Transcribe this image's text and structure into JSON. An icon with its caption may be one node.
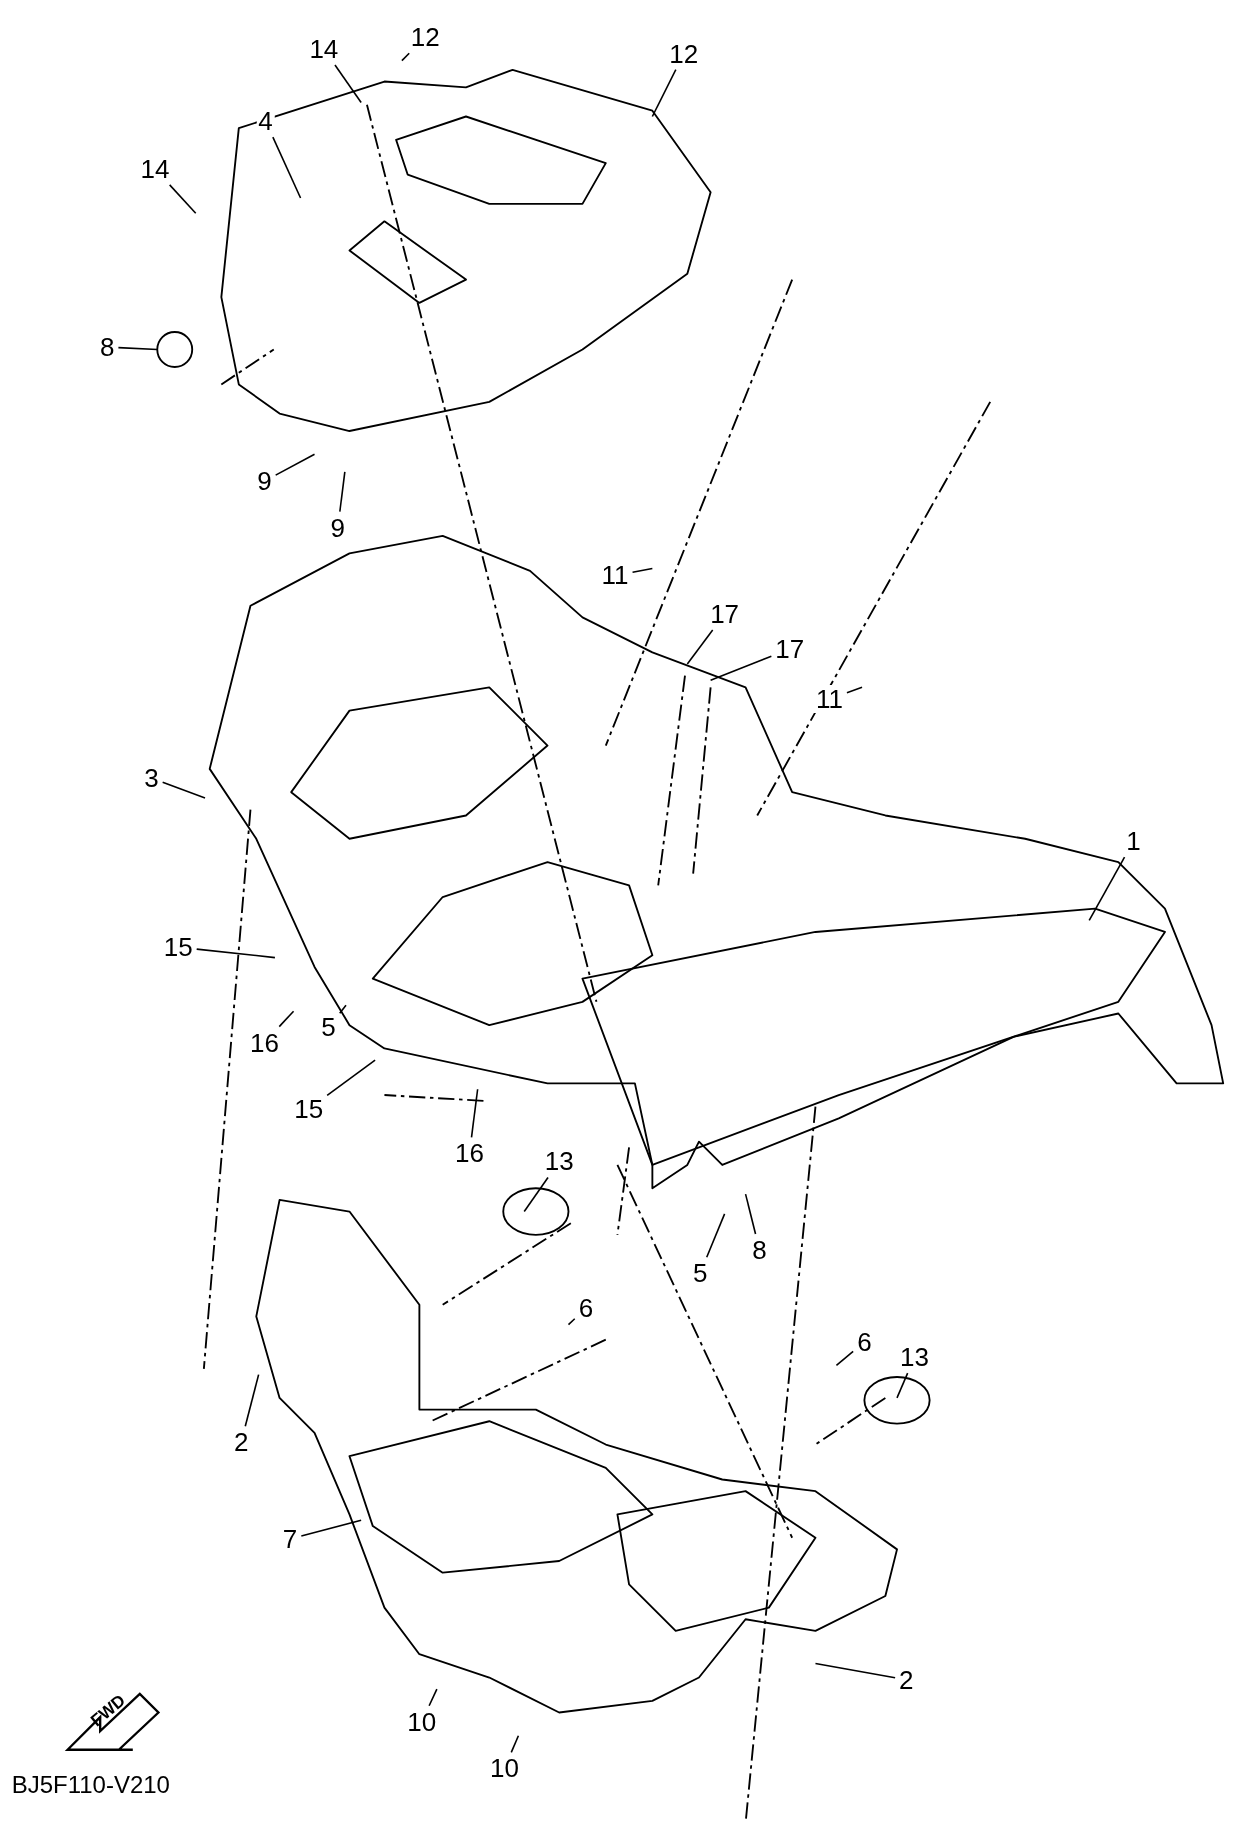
{
  "diagram": {
    "nodes": [
      {
        "text": [
          "14"
        ]
      },
      {
        "text": [
          "12"
        ]
      },
      {
        "text": [
          "12"
        ]
      },
      {
        "text": [
          "14"
        ]
      },
      {
        "text": [
          "4"
        ]
      },
      {
        "text": [
          "8"
        ]
      },
      {
        "text": [
          "9"
        ]
      },
      {
        "text": [
          "9"
        ]
      },
      {
        "text": [
          "11"
        ]
      },
      {
        "text": [
          "17"
        ]
      },
      {
        "text": [
          "17"
        ]
      },
      {
        "text": [
          "11"
        ]
      },
      {
        "text": [
          "3"
        ]
      },
      {
        "text": [
          "1"
        ]
      },
      {
        "text": [
          "15"
        ]
      },
      {
        "text": [
          "16"
        ]
      },
      {
        "text": [
          "5"
        ]
      },
      {
        "text": [
          "15"
        ]
      },
      {
        "text": [
          "16"
        ]
      },
      {
        "text": [
          "13"
        ]
      },
      {
        "text": [
          "5"
        ]
      },
      {
        "text": [
          "8"
        ]
      },
      {
        "text": [
          "6"
        ]
      },
      {
        "text": [
          "6"
        ]
      },
      {
        "text": [
          "13"
        ]
      },
      {
        "text": [
          "2"
        ]
      },
      {
        "text": [
          "7"
        ]
      },
      {
        "text": [
          "2"
        ]
      },
      {
        "text": [
          "10"
        ]
      },
      {
        "text": [
          "10"
        ]
      }
    ],
    "edges": [
      {
        "from": 0,
        "to": null,
        "arrow": "none"
      },
      {
        "from": 1,
        "to": null,
        "arrow": "none"
      },
      {
        "from": 2,
        "to": null,
        "arrow": "none"
      },
      {
        "from": 3,
        "to": null,
        "arrow": "none"
      },
      {
        "from": 4,
        "to": null,
        "arrow": "none"
      },
      {
        "from": 5,
        "to": null,
        "arrow": "none"
      },
      {
        "from": 6,
        "to": null,
        "arrow": "none"
      },
      {
        "from": 7,
        "to": null,
        "arrow": "none"
      },
      {
        "from": 8,
        "to": null,
        "arrow": "none"
      },
      {
        "from": 9,
        "to": null,
        "arrow": "none"
      },
      {
        "from": 10,
        "to": null,
        "arrow": "none"
      },
      {
        "from": 11,
        "to": null,
        "arrow": "none"
      },
      {
        "from": 12,
        "to": null,
        "arrow": "none"
      },
      {
        "from": 13,
        "to": null,
        "arrow": "none"
      },
      {
        "from": 14,
        "to": null,
        "arrow": "none"
      },
      {
        "from": 15,
        "to": null,
        "arrow": "none"
      },
      {
        "from": 16,
        "to": null,
        "arrow": "none"
      },
      {
        "from": 17,
        "to": null,
        "arrow": "none"
      },
      {
        "from": 18,
        "to": null,
        "arrow": "none"
      },
      {
        "from": 19,
        "to": null,
        "arrow": "none"
      },
      {
        "from": 20,
        "to": null,
        "arrow": "none"
      },
      {
        "from": 21,
        "to": null,
        "arrow": "none"
      },
      {
        "from": 22,
        "to": null,
        "arrow": "none"
      },
      {
        "from": 23,
        "to": null,
        "arrow": "none"
      },
      {
        "from": 24,
        "to": null,
        "arrow": "none"
      },
      {
        "from": 25,
        "to": null,
        "arrow": "none"
      },
      {
        "from": 26,
        "to": null,
        "arrow": "none"
      },
      {
        "from": 27,
        "to": null,
        "arrow": "none"
      },
      {
        "from": 28,
        "to": null,
        "arrow": "none"
      },
      {
        "from": 29,
        "to": null,
        "arrow": "none"
      }
    ],
    "labels": [
      "FWD",
      "BJ5F110-V210"
    ]
  }
}
